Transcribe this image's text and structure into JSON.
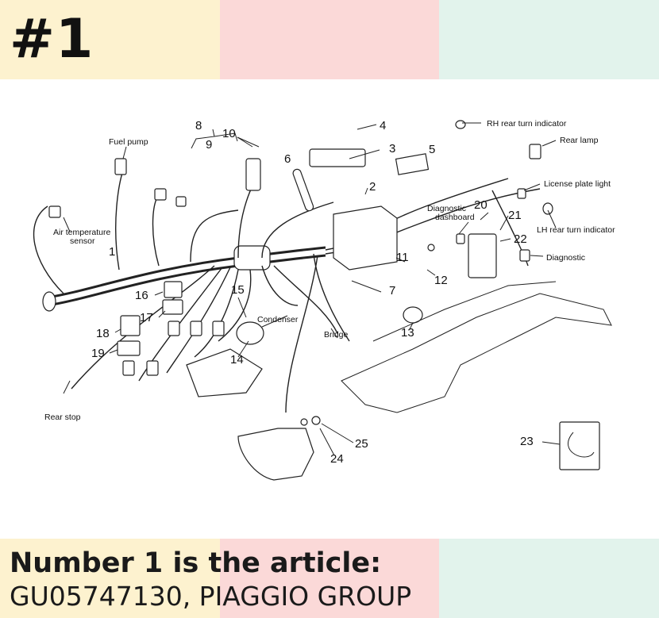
{
  "badge": "#1",
  "caption": {
    "line1": "Number 1 is the article:",
    "line2": "GU05747130, PIAGGIO GROUP"
  },
  "colors": {
    "yellow": "#fdf2cf",
    "pink": "#fbd9d8",
    "mint": "#e2f3ec"
  },
  "diagram": {
    "numbers": [
      "1",
      "2",
      "3",
      "4",
      "5",
      "6",
      "7",
      "8",
      "9",
      "10",
      "11",
      "12",
      "13",
      "14",
      "15",
      "16",
      "17",
      "18",
      "19",
      "20",
      "21",
      "22",
      "23",
      "24",
      "25"
    ],
    "labels": {
      "fuel_pump": "Fuel pump",
      "air_temp_1": "Air temperature",
      "air_temp_2": "sensor",
      "rear_stop": "Rear stop",
      "condenser": "Condenser",
      "bridge": "Bridge",
      "rh_rear": "RH rear turn indicator",
      "rear_lamp": "Rear lamp",
      "license": "License plate light",
      "diag_dash_1": "Diagnostic",
      "diag_dash_2": "dashboard",
      "lh_rear": "LH rear turn indicator",
      "diagnostic": "Diagnostic"
    }
  }
}
